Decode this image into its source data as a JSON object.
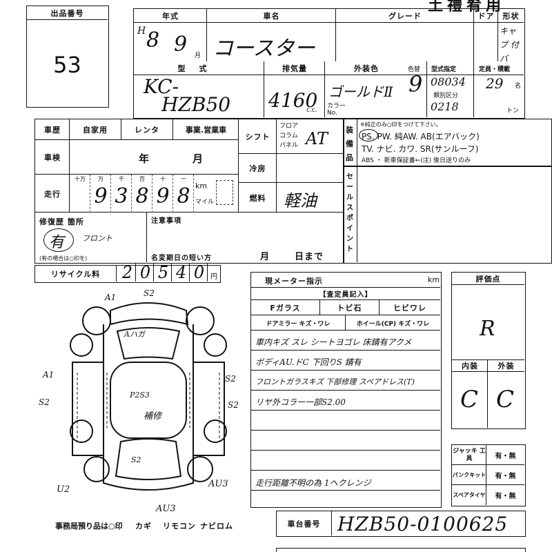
{
  "header": {
    "lot_label": "出品番号",
    "lot_number": "53",
    "sheet_title": "土禮肴用"
  },
  "top_table": {
    "year_label": "年式",
    "year_era": "H",
    "year": "8",
    "month": "9",
    "month_unit": "月",
    "car_name_label": "車名",
    "car_name": "コースター",
    "grade_label": "グレード",
    "door_label": "ドア",
    "shape_label": "形状",
    "shape": "キャブ 付バ",
    "model_label": "型式",
    "model_line1": "KC-",
    "model_line2": "HZB50",
    "displacement_label": "排気量",
    "displacement": "4160",
    "cc_unit": "c.c.",
    "ext_color_label": "外装色",
    "ext_color": "ゴールドⅡ",
    "color_no_label": "色替",
    "color_no": "9",
    "color_sub_label": "カラー No.",
    "type_designation_label": "型式指定",
    "type_designation": "08034",
    "category_label": "類別区分",
    "category": "0218",
    "capacity_label": "定員・積載",
    "capacity": "29",
    "capacity_unit": "名",
    "ton_unit": "トン"
  },
  "history": {
    "history_label": "車歴",
    "private": "自家用",
    "rental": "レンタ",
    "business": "事業.営業車",
    "inspection_label": "車検",
    "year_unit": "年",
    "month_unit": "月",
    "mileage_label": "走行",
    "digit_units": [
      "十万",
      "万",
      "千",
      "百",
      "十",
      "一"
    ],
    "mileage_digits": [
      "",
      "9",
      "3",
      "8",
      "9",
      "8"
    ],
    "km_label": "km",
    "mile_label": "マイル",
    "shift_label": "シフト",
    "shift_options": [
      "フロア",
      "コラム",
      "パネル"
    ],
    "shift_value": "AT",
    "ac_label": "冷房",
    "fuel_label": "燃料",
    "fuel_value": "軽油"
  },
  "equipment": {
    "label": "装備品",
    "note": "※純正のみ○印をつけて下さい。",
    "line1": "PS. PW. 純AW. AB(エアバック)",
    "line2": "TV. ナビ. カワ. SR(サンルーフ)",
    "line3": "ABS ・ 新車保証書←(注) 後日送りのみ"
  },
  "sales_point_label": "セールスポイント",
  "repair": {
    "label": "修復歴 箇所",
    "value": "有",
    "detail": "フロント",
    "note": "(有の場合は○印を)",
    "caution_label": "注意事項",
    "short_expiry_label": "名変期日の短い方",
    "month_unit": "月",
    "day_unit": "日まで"
  },
  "recycle": {
    "label": "リサイクル料",
    "digits": [
      "2",
      "0",
      "5",
      "4",
      "0"
    ],
    "yen": "円"
  },
  "inspector": {
    "meter_label": "現メーター指示",
    "km": "km",
    "inspector_entry": "【査定員記入】",
    "f_glass_label": "Fガラス",
    "f_glass_opt1": "トビ石",
    "f_glass_opt2": "ヒビワレ",
    "door_mirror_label": "ドアミラー キズ・ワレ",
    "wheel_label": "ホイール(CP) キズ・ワレ",
    "notes": [
      "車内キズ スレ シートヨゴレ 床錆有アクメ",
      "ボディAU.ドC 下回りS 錆有",
      "フロントガラスキズ 下部修理 スペアドレス(T)",
      "リヤ外コラー一部S2.00",
      "",
      "走行距離不明の為 1ヘクレンジ"
    ]
  },
  "rating": {
    "label": "評価点",
    "value": "R",
    "interior_label": "内装",
    "exterior_label": "外装",
    "interior": "C",
    "exterior": "C"
  },
  "accessories": [
    {
      "label": "ジャッキ 工具",
      "value": "有・無"
    },
    {
      "label": "パンクキット",
      "value": "有・無"
    },
    {
      "label": "スペアタイヤ",
      "value": "有・無"
    }
  ],
  "chassis": {
    "label": "車台番号",
    "value": "HZB50-0100625"
  },
  "diagram": {
    "marks": [
      {
        "text": "A1"
      },
      {
        "text": "S2"
      },
      {
        "text": "Aハガ"
      },
      {
        "text": "A1"
      },
      {
        "text": "S2"
      },
      {
        "text": "S2"
      },
      {
        "text": "P2S3"
      },
      {
        "text": "補修"
      },
      {
        "text": "S2"
      },
      {
        "text": "S2"
      },
      {
        "text": "U2"
      },
      {
        "text": "AU3"
      },
      {
        "text": "AU3"
      }
    ]
  },
  "footer": {
    "office_note": "事務局預り品は○印",
    "key": "カギ",
    "remote": "リモコン",
    "navi": "ナビロム"
  }
}
